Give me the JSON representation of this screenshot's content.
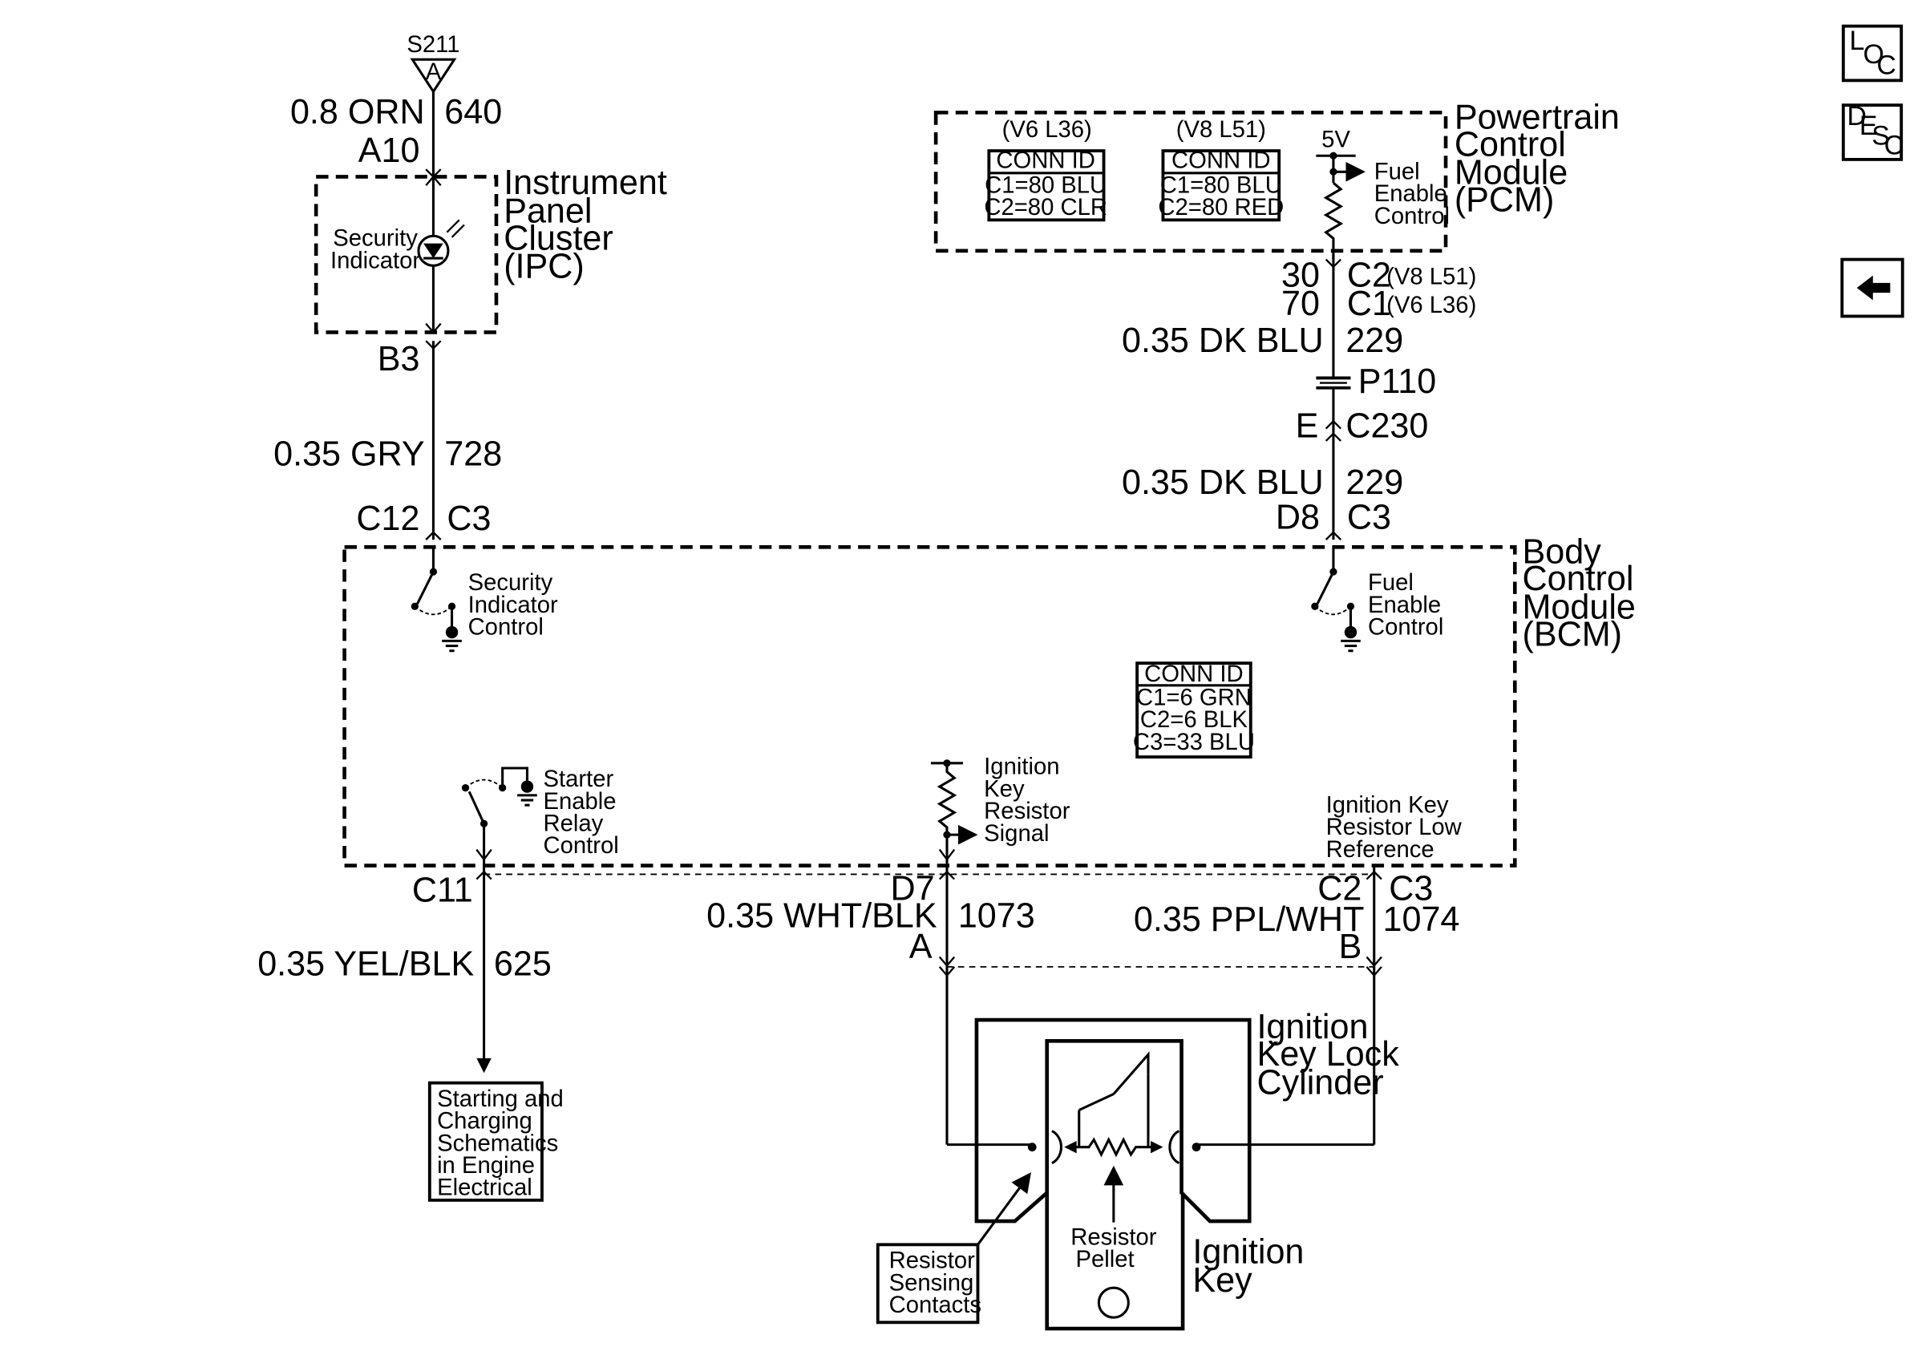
{
  "splice": {
    "name": "S211",
    "pin": "A"
  },
  "ipc_circuit_in": {
    "wire": "0.8 ORN",
    "circuit": "640",
    "pin": "A10"
  },
  "ipc": {
    "title": [
      "Instrument",
      "Panel",
      "Cluster",
      "(IPC)"
    ],
    "indicator": [
      "Security",
      "Indicator"
    ],
    "pin_out": "B3"
  },
  "gry_wire": {
    "wire": "0.35 GRY",
    "circuit": "728",
    "pin": "C12",
    "conn": "C3"
  },
  "pcm": {
    "title": [
      "Powertrain",
      "Control",
      "Module",
      "(PCM)"
    ],
    "v6_header": "(V6 L36)",
    "v6_conn": {
      "title": "CONN ID",
      "lines": [
        "C1=80 BLU",
        "C2=80 CLR"
      ]
    },
    "v8_header": "(V8 L51)",
    "v8_conn": {
      "title": "CONN ID",
      "lines": [
        "C1=80 BLU",
        "C2=80 RED"
      ]
    },
    "voltage": "5V",
    "fuel_label": [
      "Fuel",
      "Enable",
      "Control"
    ]
  },
  "pcm_pins": [
    {
      "pin": "30",
      "conn": "C2",
      "engine": "(V8 L51)"
    },
    {
      "pin": "70",
      "conn": "C1",
      "engine": "(V6 L36)"
    }
  ],
  "dkblu_wire_1": {
    "wire": "0.35 DK BLU",
    "circuit": "229"
  },
  "p110": "P110",
  "c230": {
    "pin": "E",
    "conn": "C230"
  },
  "dkblu_wire_2": {
    "wire": "0.35 DK BLU",
    "circuit": "229",
    "pin": "D8",
    "conn": "C3"
  },
  "bcm": {
    "title": [
      "Body",
      "Control",
      "Module",
      "(BCM)"
    ],
    "security_control": [
      "Security",
      "Indicator",
      "Control"
    ],
    "fuel_control": [
      "Fuel",
      "Enable",
      "Control"
    ],
    "conn_id": {
      "title": "CONN ID",
      "lines": [
        "C1=6 GRN",
        "C2=6 BLK",
        "C3=33 BLU"
      ]
    },
    "starter_control": [
      "Starter",
      "Enable",
      "Relay",
      "Control"
    ],
    "ign_signal": [
      "Ignition",
      "Key",
      "Resistor",
      "Signal"
    ],
    "ign_low_ref": [
      "Ignition Key",
      "Resistor Low",
      "Reference"
    ]
  },
  "starter_wire": {
    "pin": "C11",
    "wire": "0.35 YEL/BLK",
    "circuit": "625"
  },
  "starting_box": [
    "Starting and",
    "Charging",
    "Schematics",
    "in Engine",
    "Electrical"
  ],
  "signal_wire": {
    "pin": "D7",
    "wire": "0.35 WHT/BLK",
    "circuit": "1073",
    "term": "A"
  },
  "lowref_wire": {
    "pin": "C2",
    "conn": "C3",
    "wire": "0.35 PPL/WHT",
    "circuit": "1074",
    "term": "B"
  },
  "lock_cylinder": [
    "Ignition",
    "Key Lock",
    "Cylinder"
  ],
  "ignition_key": [
    "Ignition",
    "Key"
  ],
  "resistor_pellet": [
    "Resistor",
    "Pellet"
  ],
  "sensing_contacts": [
    "Resistor",
    "Sensing",
    "Contacts"
  ],
  "nav": {
    "loc": {
      "l": "L",
      "o": "O",
      "c": "C"
    },
    "desc": {
      "d": "D",
      "e": "E",
      "s": "S",
      "c": "C"
    },
    "back_icon": "left-arrow-icon"
  }
}
